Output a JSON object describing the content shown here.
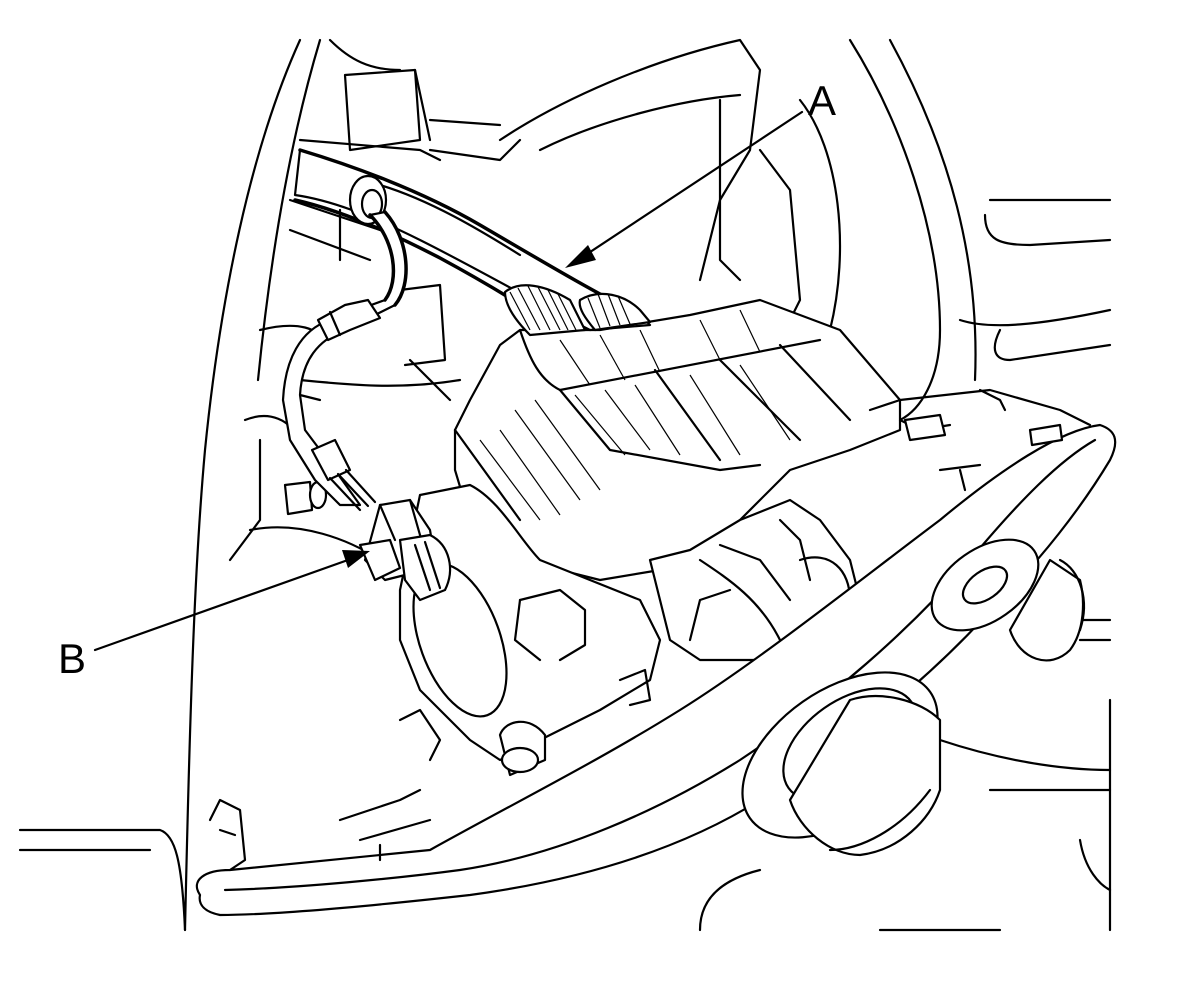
{
  "callouts": [
    {
      "id": "A",
      "text": "A"
    },
    {
      "id": "B",
      "text": "B"
    }
  ],
  "colors": {
    "line": "#000000",
    "background": "#ffffff"
  }
}
